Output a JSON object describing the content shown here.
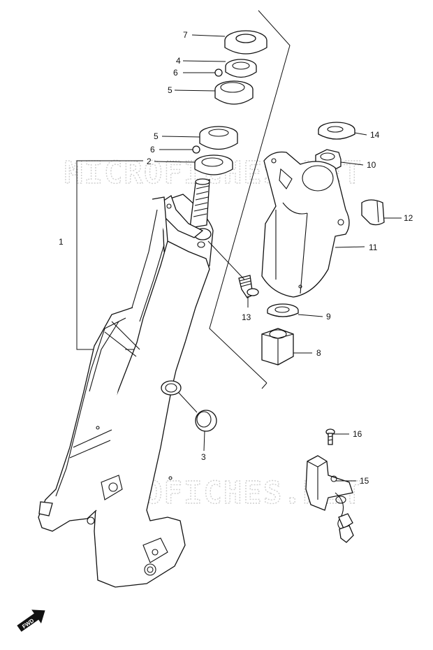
{
  "watermark": {
    "text_upper": "MICROFICHES.NET",
    "text_lower": "MICROFICHES.NET",
    "color": "#cfcfcf"
  },
  "callouts": {
    "p1": "1",
    "p2": "2",
    "p3": "3",
    "p4": "4",
    "p5a": "5",
    "p5b": "5",
    "p6a": "6",
    "p6b": "6",
    "p7": "7",
    "p8": "8",
    "p9": "9",
    "p10": "10",
    "p11": "11",
    "p12": "12",
    "p13": "13",
    "p14": "14",
    "p15": "15",
    "p16": "16"
  },
  "fwd_badge": "FWD",
  "colors": {
    "line": "#111111",
    "background": "#ffffff"
  }
}
